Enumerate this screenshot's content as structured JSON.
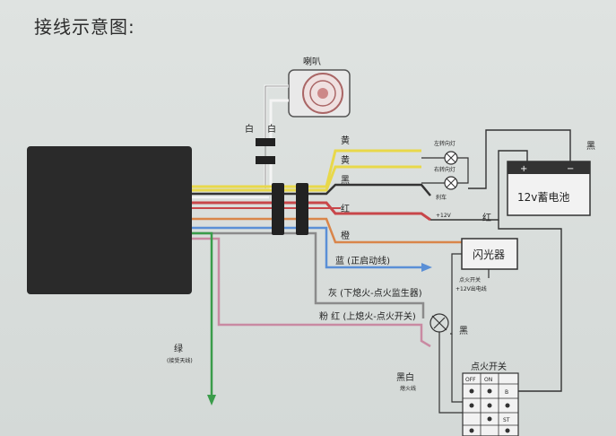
{
  "title": "接线示意图:",
  "labels": {
    "horn": "喇叭",
    "horn_wire_1": "白",
    "horn_wire_2": "白",
    "yellow_1": "黄",
    "yellow_2": "黄",
    "black_1": "黑",
    "red_1": "红",
    "orange": "橙",
    "blue": "蓝 (正启动线)",
    "gray": "灰 (下熄火-点火监生器)",
    "pink_red": "粉 红 (上熄火-点火开关)",
    "green": "绿",
    "green_note": "(接受天线)",
    "black_white": "黑白",
    "black_white_note": "熄火线",
    "left_turn": "左转向灯",
    "right_turn": "右转向灯",
    "brake": "刹车",
    "plus12v": "+12V",
    "red_2": "红",
    "black_top": "黑",
    "battery": "12v蓄电池",
    "battery_plus": "+",
    "battery_minus": "−",
    "flasher": "闪光器",
    "ignition_note_1": "点火开关",
    "ignition_note_2": "+12V出电线",
    "black_mid": "黑",
    "switch_title": "点火开关",
    "switch_off": "OFF",
    "switch_on": "ON",
    "switch_b": "B",
    "switch_st": "ST"
  },
  "colors": {
    "yellow": "#e8d84a",
    "red": "#c8464a",
    "black": "#333333",
    "white": "#f4f4f4",
    "orange": "#d9854a",
    "blue": "#5a8fd6",
    "gray": "#8b8b8b",
    "pink": "#c98aa2",
    "green": "#3a9c4a",
    "module": "#2a2a2a"
  }
}
